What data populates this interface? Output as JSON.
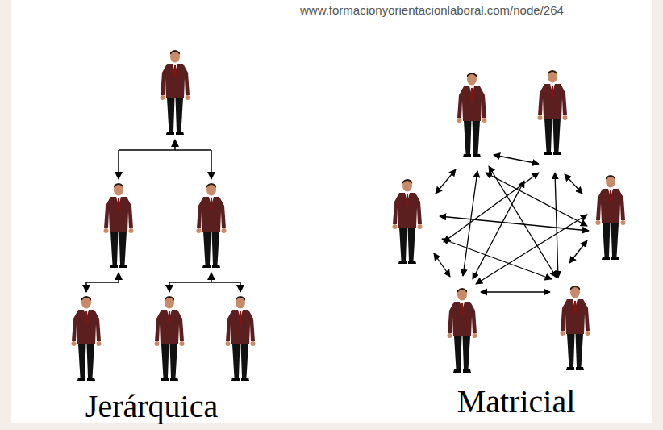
{
  "diagram": {
    "labels": [
      "www.formacionyorientacionlaboral.com/node/264",
      "Jerárquica",
      "Matricial"
    ]
  }
}
